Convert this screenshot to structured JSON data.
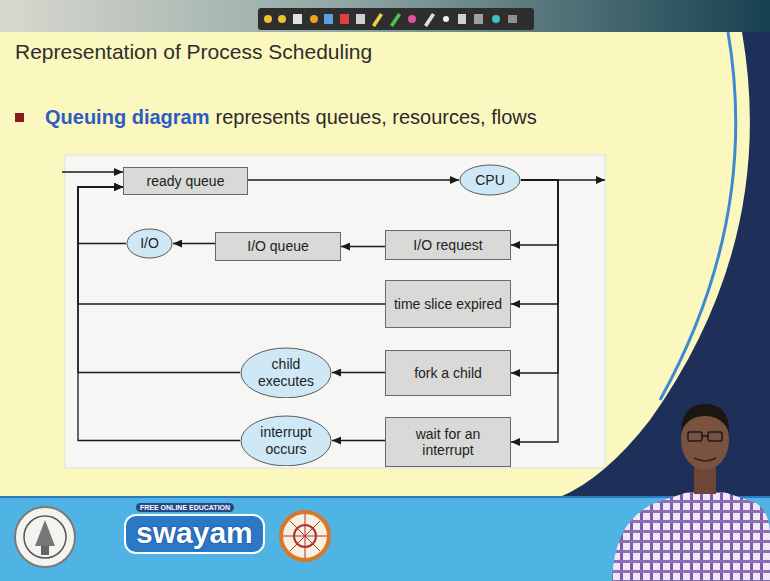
{
  "diagram": {
    "title": "Representation of Process Scheduling",
    "nodes": [
      {
        "text": [
          "ready queue"
        ]
      },
      {
        "text": [
          "CPU"
        ]
      },
      {
        "text": [
          "I/O"
        ]
      },
      {
        "text": [
          "I/O queue"
        ]
      },
      {
        "text": [
          "I/O request"
        ]
      },
      {
        "text": [
          "time slice expired"
        ]
      },
      {
        "text": [
          "child executes"
        ]
      },
      {
        "text": [
          "fork a child"
        ]
      },
      {
        "text": [
          "interrupt occurs"
        ]
      },
      {
        "text": [
          "wait for an interrupt"
        ]
      }
    ],
    "edges": [
      {
        "from": 0,
        "to": 1,
        "arrow": "to"
      },
      {
        "from": 1,
        "to": 4,
        "arrow": "to"
      },
      {
        "from": 1,
        "to": 5,
        "arrow": "to"
      },
      {
        "from": 1,
        "to": 7,
        "arrow": "to"
      },
      {
        "from": 1,
        "to": 9,
        "arrow": "to"
      },
      {
        "from": 4,
        "to": 3,
        "arrow": "to"
      },
      {
        "from": 3,
        "to": 2,
        "arrow": "to"
      },
      {
        "from": 2,
        "to": 0,
        "arrow": "to"
      },
      {
        "from": 5,
        "to": 0,
        "arrow": "to"
      },
      {
        "from": 7,
        "to": 6,
        "arrow": "to"
      },
      {
        "from": 6,
        "to": 0,
        "arrow": "to"
      },
      {
        "from": 9,
        "to": 8,
        "arrow": "to"
      },
      {
        "from": 8,
        "to": 0,
        "arrow": "to"
      }
    ],
    "labels": [
      "Queuing diagram",
      "represents queues, resources, flows",
      "FREE ONLINE EDUCATION",
      "swayam"
    ]
  }
}
